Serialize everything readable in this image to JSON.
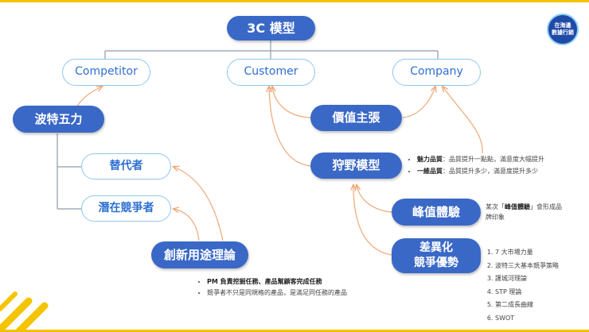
{
  "nodes": {
    "root": "3C 模型",
    "competitor": "Competitor",
    "customer": "Customer",
    "company": "Company",
    "porter": "波特五力",
    "substitutes": "替代者",
    "potential": "潛在競爭者",
    "innovation": "創新用途理論",
    "value": "價值主張",
    "kano": "狩野模型",
    "peak": "峰值體驗",
    "diff_line1": "差異化",
    "diff_line2": "競爭優勢"
  },
  "notes": {
    "kano": [
      {
        "bold": "魅力品質",
        "text": "：品質提升一點點，滿意度大幅提升"
      },
      {
        "bold": "一維品質",
        "text": "：品質提升多少，滿意度提升多少"
      }
    ],
    "peak": {
      "before": "某次「",
      "bold": "峰值體驗",
      "after": "」會形成品牌印象"
    },
    "innovation": [
      {
        "text": "PM 負責挖掘任務、產品幫顧客完成任務",
        "bold": true
      },
      {
        "text": "競爭者不只是同規格的產品，是滿足同任務的產品",
        "bold": false
      }
    ],
    "differentiation": [
      "7 大市場力量",
      "波特三大基本競爭策略",
      "護城河理論",
      "STP 理論",
      "第二成長曲線",
      "SWOT"
    ]
  },
  "logo": {
    "line1": "在海邊",
    "line2": "數據行銷"
  },
  "colors": {
    "solid": "#3a68c6",
    "outline_border": "#8fc6ef",
    "tree_line": "#8e9aaa",
    "arrow": "#f0a878",
    "frame": "#f2c200"
  }
}
